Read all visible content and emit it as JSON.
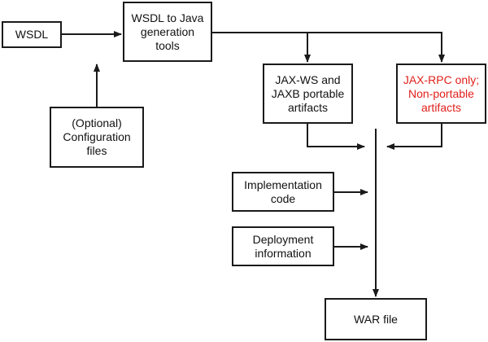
{
  "diagram": {
    "nodes": {
      "wsdl": {
        "label": "WSDL"
      },
      "tools": {
        "label": "WSDL to Java\ngeneration\ntools"
      },
      "config": {
        "label": "(Optional)\nConfiguration\nfiles"
      },
      "jaxws": {
        "label": "JAX-WS and\nJAXB portable\nartifacts"
      },
      "jaxrpc": {
        "label": "JAX-RPC only;\nNon-portable\nartifacts"
      },
      "impl": {
        "label": "Implementation\ncode"
      },
      "deploy": {
        "label": "Deployment\ninformation"
      },
      "war": {
        "label": "WAR file"
      }
    },
    "edges": [
      {
        "from": "wsdl",
        "to": "tools"
      },
      {
        "from": "config",
        "to": "tools"
      },
      {
        "from": "tools",
        "to": "jaxws"
      },
      {
        "from": "tools",
        "to": "jaxrpc"
      },
      {
        "from": "jaxws",
        "to": "war"
      },
      {
        "from": "jaxrpc",
        "to": "war"
      },
      {
        "from": "impl",
        "to": "war"
      },
      {
        "from": "deploy",
        "to": "war"
      }
    ],
    "colors": {
      "stroke": "#1a1a1a",
      "text": "#111111",
      "highlight_text": "#e0201b"
    }
  }
}
